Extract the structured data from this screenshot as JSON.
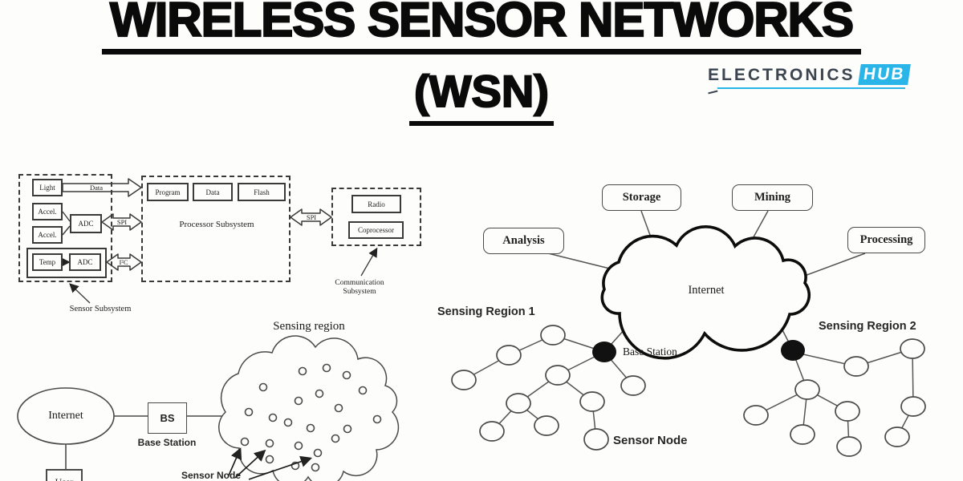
{
  "header": {
    "title": "WIRELESS SENSOR NETWORKS",
    "subtitle": "(WSN)"
  },
  "logo": {
    "brand": "ELECTRONICS",
    "suffix": "HUB",
    "accent_color": "#29b5e8",
    "text_color": "#3c4550"
  },
  "arch": {
    "sensor_blocks": [
      "Light",
      "Accel.",
      "Accel.",
      "Temp"
    ],
    "adc": "ADC",
    "bus": {
      "data": "Data",
      "spi": "SPI",
      "i2c": "I²C"
    },
    "memory": [
      "Program",
      "Data",
      "Flash"
    ],
    "processor": "Processor Subsystem",
    "radio": "Radio",
    "coprocessor": "Coprocessor",
    "sensor_caption": "Sensor Subsystem",
    "comm_caption_line1": "Communication",
    "comm_caption_line2": "Subsystem"
  },
  "net1": {
    "internet": "Internet",
    "bs": "BS",
    "bs_caption": "Base Station",
    "region": "Sensing region",
    "sensor_node": "Sensor Node",
    "user": "User"
  },
  "net2": {
    "services": [
      "Analysis",
      "Storage",
      "Mining",
      "Processing"
    ],
    "internet": "Internet",
    "region1": "Sensing Region 1",
    "region2": "Sensing Region 2",
    "base_station": "Base Station",
    "sensor_node": "Sensor Node"
  }
}
